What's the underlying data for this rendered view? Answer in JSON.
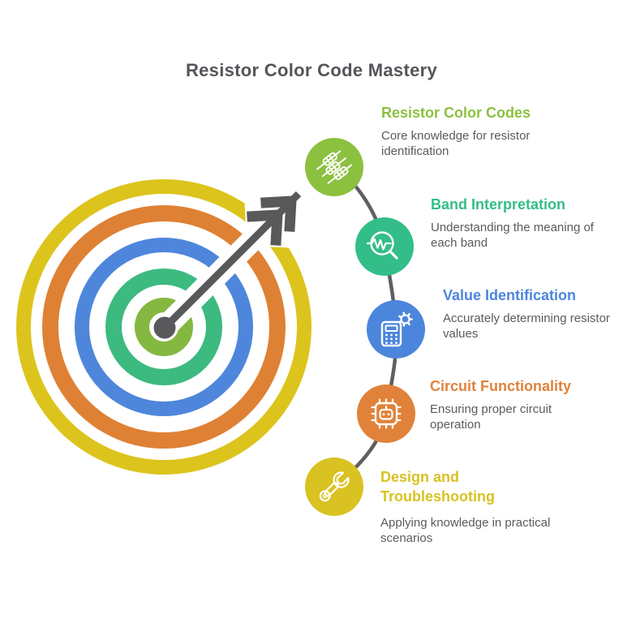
{
  "title": "Resistor Color Code Mastery",
  "steps": [
    {
      "heading": "Resistor Color Codes",
      "description": "Core knowledge for resistor identification",
      "color": "#8cc03f",
      "icon": "resistors-icon"
    },
    {
      "heading": "Band Interpretation",
      "description": "Understanding the meaning of each band",
      "color": "#33be89",
      "icon": "waveform-magnifier-icon"
    },
    {
      "heading": "Value Identification",
      "description": "Accurately determining resistor values",
      "color": "#4c86dc",
      "icon": "calculator-gear-icon"
    },
    {
      "heading": "Circuit Functionality",
      "description": "Ensuring proper circuit operation",
      "color": "#e0823a",
      "icon": "chip-icon"
    },
    {
      "heading": "Design and Troubleshooting",
      "description": "Applying knowledge in practical scenarios",
      "color": "#d9c222",
      "icon": "wrench-icon"
    }
  ],
  "target": {
    "rings": [
      {
        "name": "outer-ring",
        "color": "#dcc41d"
      },
      {
        "name": "second-ring",
        "color": "#de8134"
      },
      {
        "name": "third-ring",
        "color": "#4e86db"
      },
      {
        "name": "fourth-ring",
        "color": "#3cba80"
      },
      {
        "name": "inner-ring",
        "color": "#84b841"
      }
    ],
    "arrow_color": "#58595b",
    "connector_color": "#5e5f61"
  }
}
